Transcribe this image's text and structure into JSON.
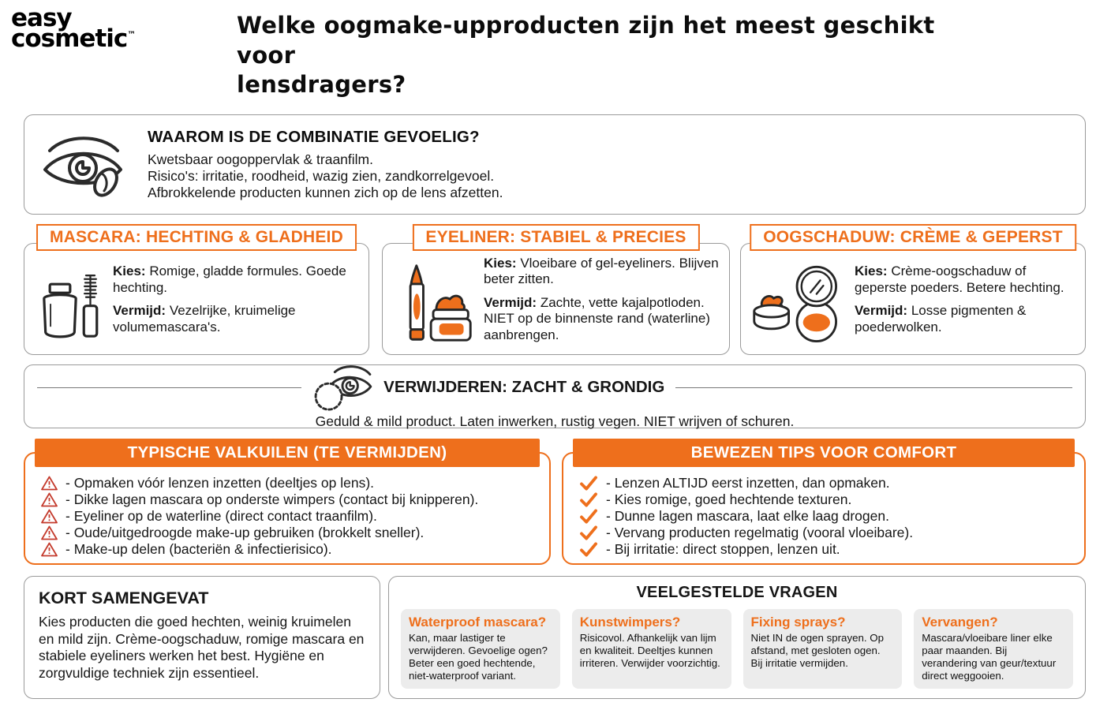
{
  "brand": {
    "logo_line1": "easy",
    "logo_line2": "cosmetic",
    "trademark": "™"
  },
  "header": {
    "title_line1": "Welke oogmake-upproducten zijn het meest geschikt voor",
    "title_line2": "lensdragers?"
  },
  "colors": {
    "accent": "#ee6f1c",
    "warning_red": "#c43a2c",
    "border_gray": "#9a9a9a",
    "faq_card_bg": "#ececec",
    "bar_text": "#ffffff"
  },
  "labels": {
    "kies": "Kies:",
    "vermijd": "Vermijd:"
  },
  "icons": {
    "intro": "eye-contact-lens-icon",
    "card_mascara": "mascara-icon",
    "card_eyeliner": "eyeliner-icon",
    "card_eyeshadow": "eyeshadow-icon",
    "removal": "eye-cotton-pad-icon",
    "pitfall": "warning-triangle-icon",
    "tip": "checkmark-icon"
  },
  "intro": {
    "title": "WAAROM IS DE COMBINATIE GEVOELIG?",
    "lines": [
      "Kwetsbaar oogoppervlak & traanfilm.",
      "Risico's: irritatie, roodheid, wazig zien, zandkorrelgevoel.",
      "Afbrokkelende producten kunnen zich op de lens afzetten."
    ]
  },
  "cards": [
    {
      "title": "MASCARA: HECHTING & GLADHEID",
      "kies": "Romige, gladde formules. Goede hechting.",
      "vermijd": "Vezelrijke, kruimelige volumemascara's."
    },
    {
      "title": "EYELINER: STABIEL & PRECIES",
      "kies": "Vloeibare of gel-eyeliners. Blijven beter zitten.",
      "vermijd": "Zachte, vette kajalpotloden. NIET op de binnenste rand (waterline) aanbrengen."
    },
    {
      "title": "OOGSCHADUW: CRÈME & GEPERST",
      "kies": "Crème-oogschaduw of geperste poeders. Betere hechting.",
      "vermijd": "Losse pigmenten & poederwolken."
    }
  ],
  "removal": {
    "title": "VERWIJDEREN: ZACHT & GRONDIG",
    "subtitle": "Geduld & mild product. Laten inwerken, rustig vegen. NIET wrijven of schuren."
  },
  "pitfalls": {
    "title": "TYPISCHE VALKUILEN (TE VERMIJDEN)",
    "items": [
      "- Opmaken vóór lenzen inzetten (deeltjes op lens).",
      "- Dikke lagen mascara op onderste wimpers (contact bij knipperen).",
      "- Eyeliner op de waterline (direct contact traanfilm).",
      "- Oude/uitgedroogde make-up gebruiken (brokkelt sneller).",
      "- Make-up delen (bacteriën & infectierisico)."
    ]
  },
  "tips": {
    "title": "BEWEZEN TIPS VOOR COMFORT",
    "items": [
      "- Lenzen ALTIJD eerst inzetten, dan opmaken.",
      "- Kies romige, goed hechtende texturen.",
      "- Dunne lagen mascara, laat elke laag drogen.",
      "- Vervang producten regelmatig (vooral vloeibare).",
      "- Bij irritatie: direct stoppen, lenzen uit."
    ]
  },
  "summary": {
    "title": "KORT SAMENGEVAT",
    "text": "Kies producten die goed hechten, weinig kruimelen en mild zijn. Crème-oogschaduw, romige mascara en stabiele eyeliners werken het best. Hygiëne en zorgvuldige techniek zijn essentieel."
  },
  "faq": {
    "title": "VEELGESTELDE VRAGEN",
    "items": [
      {
        "q": "Waterproof mascara?",
        "a": "Kan, maar lastiger te verwijderen. Gevoelige ogen? Beter een goed hechtende, niet-waterproof variant."
      },
      {
        "q": "Kunstwimpers?",
        "a": "Risicovol. Afhankelijk van lijm en kwaliteit. Deeltjes kunnen irriteren. Verwijder voorzichtig."
      },
      {
        "q": "Fixing sprays?",
        "a": "Niet IN de ogen sprayen. Op afstand, met gesloten ogen. Bij irritatie vermijden."
      },
      {
        "q": "Vervangen?",
        "a": "Mascara/vloeibare liner elke paar maanden. Bij verandering van geur/textuur direct weggooien."
      }
    ]
  }
}
